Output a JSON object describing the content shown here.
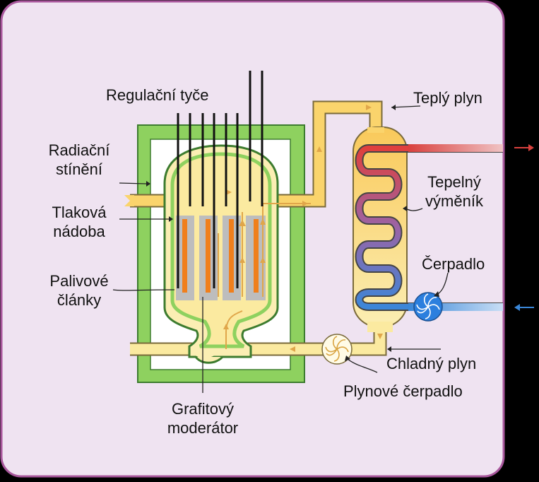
{
  "labels": {
    "control_rods": "Regulační tyče",
    "shielding_1": "Radiační",
    "shielding_2": "stínění",
    "pressure_vessel_1": "Tlaková",
    "pressure_vessel_2": "nádoba",
    "fuel_1": "Palivové",
    "fuel_2": "články",
    "moderator_1": "Grafitový",
    "moderator_2": "moderátor",
    "warm_gas": "Teplý plyn",
    "heat_exchanger_1": "Tepelný",
    "heat_exchanger_2": "výměník",
    "pump": "Čerpadlo",
    "cold_gas": "Chladný plyn",
    "gas_pump": "Plynové čerpadlo"
  },
  "colors": {
    "panel": "#efe3f1",
    "panel_border": "#a8579c",
    "shield": "#8ed15f",
    "shield_dark": "#3d7c2f",
    "gas": "#fbeaa0",
    "gas_hot": "#fad46c",
    "graphite": "#bdbdbd",
    "fuel": "#f07f1c",
    "hot_water": "#d9413e",
    "cold_water": "#3a87d8",
    "pump_blue": "#2b7fde"
  }
}
